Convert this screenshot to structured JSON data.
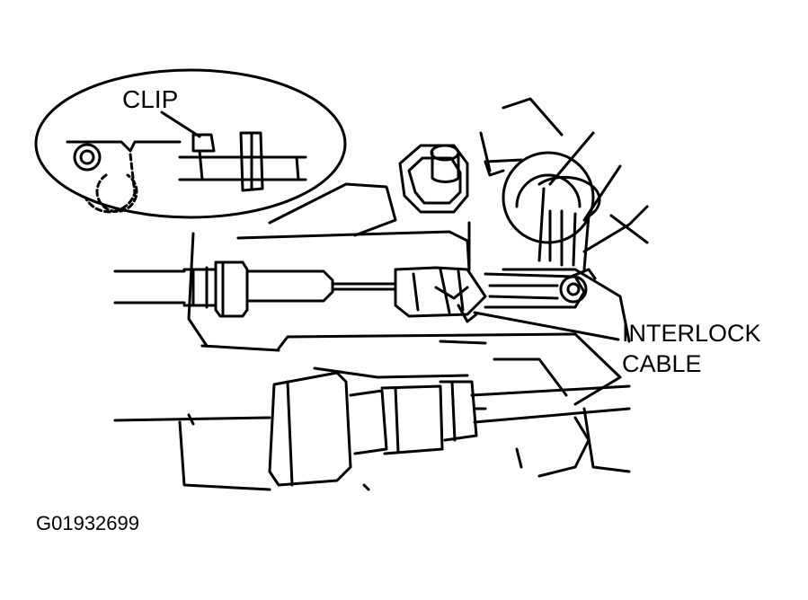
{
  "labels": {
    "clip": "CLIP",
    "interlock_line1": "INTERLOCK",
    "interlock_line2": "CABLE"
  },
  "figure_id": "G01932699",
  "colors": {
    "ink": "#000000",
    "paper": "#ffffff"
  }
}
